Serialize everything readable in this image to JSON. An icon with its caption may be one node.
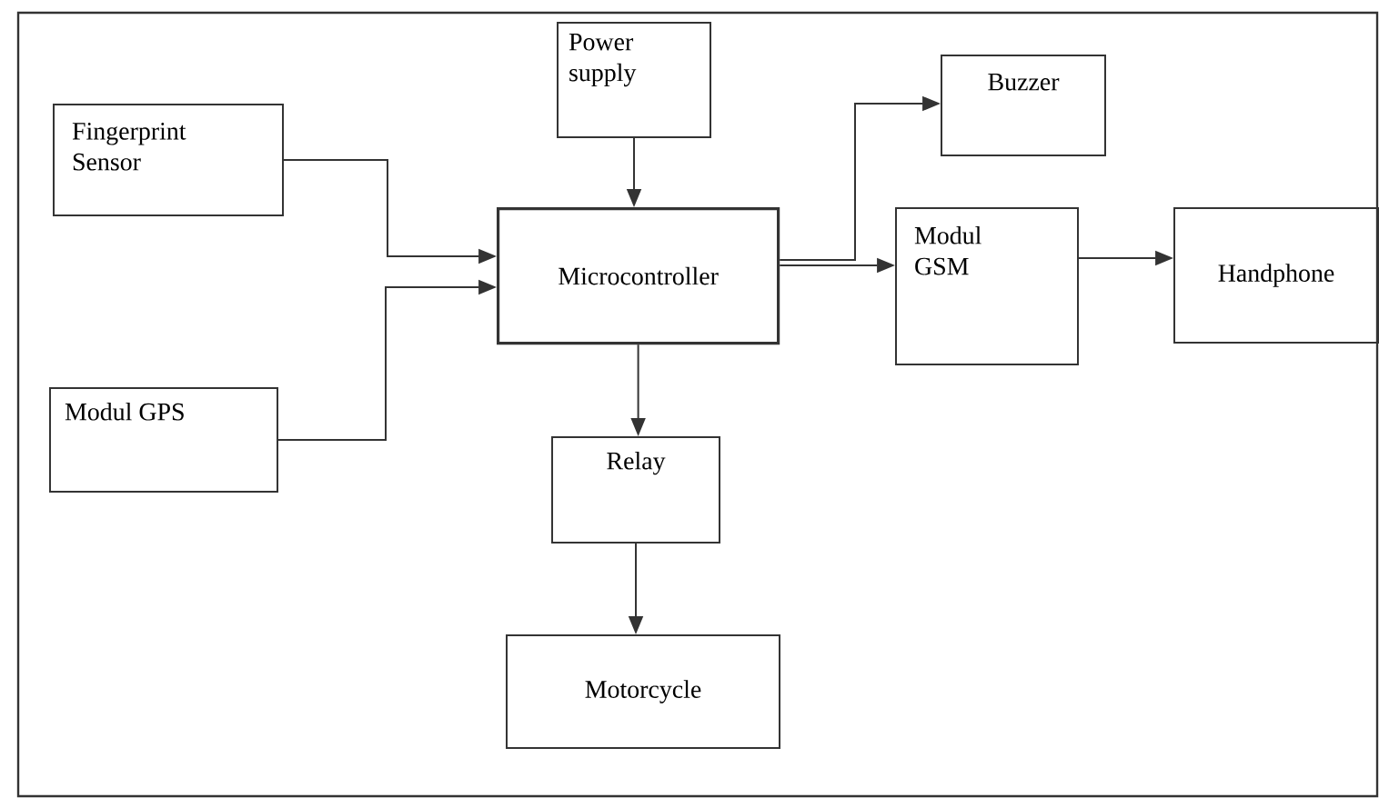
{
  "diagram": {
    "nodes": [
      {
        "text": [
          "Fingerprint Sensor"
        ]
      },
      {
        "text": [
          "Modul GPS"
        ]
      },
      {
        "text": [
          "Power supply"
        ]
      },
      {
        "text": [
          "Microcontroller"
        ]
      },
      {
        "text": [
          "Buzzer"
        ]
      },
      {
        "text": [
          "Modul GSM"
        ]
      },
      {
        "text": [
          "Handphone"
        ]
      },
      {
        "text": [
          "Relay"
        ]
      },
      {
        "text": [
          "Motorcycle"
        ]
      }
    ],
    "edges": [
      {
        "from": 0,
        "to": 3,
        "arrow": "to"
      },
      {
        "from": 1,
        "to": 3,
        "arrow": "to"
      },
      {
        "from": 2,
        "to": 3,
        "arrow": "to"
      },
      {
        "from": 3,
        "to": 4,
        "arrow": "to"
      },
      {
        "from": 3,
        "to": 5,
        "arrow": "to"
      },
      {
        "from": 5,
        "to": 6,
        "arrow": "to"
      },
      {
        "from": 3,
        "to": 7,
        "arrow": "to"
      },
      {
        "from": 7,
        "to": 8,
        "arrow": "to"
      }
    ]
  }
}
